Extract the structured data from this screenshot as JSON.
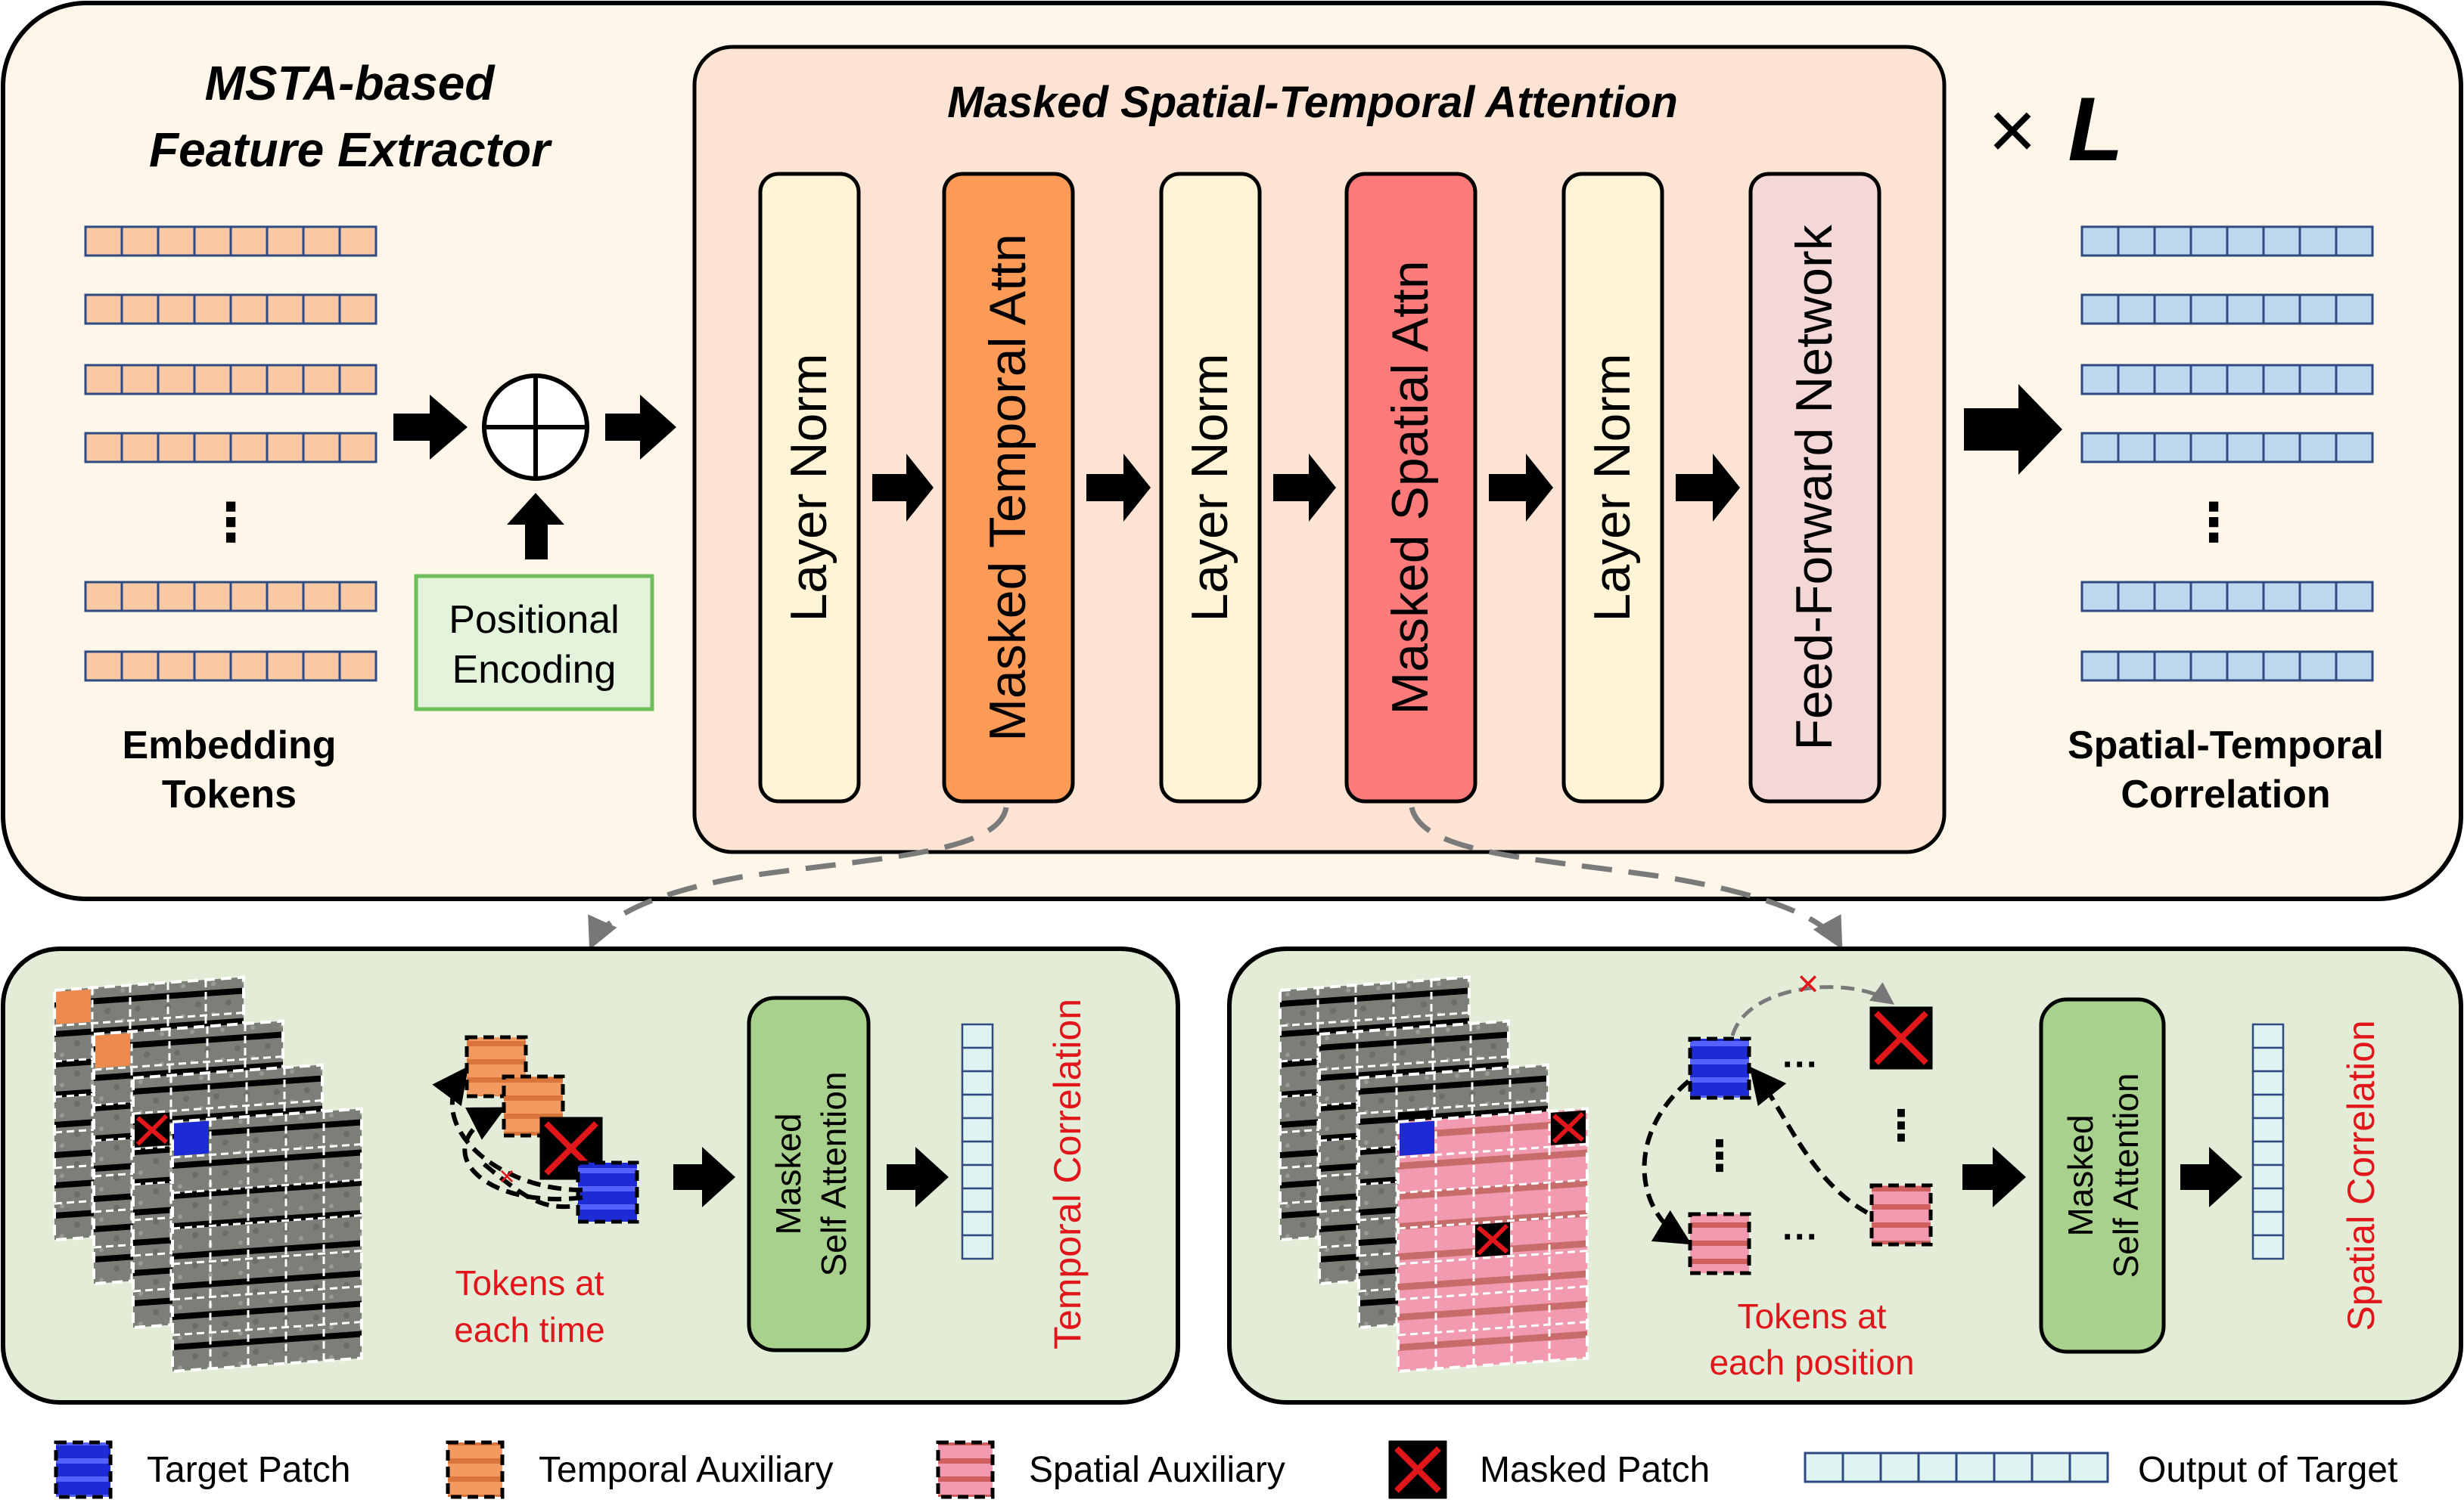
{
  "extractor": {
    "title_line1": "MSTA-based",
    "title_line2": "Feature Extractor",
    "embedding_line1": "Embedding",
    "embedding_line2": "Tokens",
    "positional_line1": "Positional",
    "positional_line2": "Encoding",
    "dots": "⋮",
    "repeat_times": "×",
    "repeat_L": "L",
    "output_line1": "Spatial-Temporal",
    "output_line2": "Correlation"
  },
  "msta": {
    "title": "Masked Spatial-Temporal Attention",
    "blocks": [
      {
        "label": "Layer Norm",
        "color": "#fff5d6"
      },
      {
        "label": "Masked Temporal Attn",
        "color": "#fb9b57"
      },
      {
        "label": "Layer Norm",
        "color": "#fff5d6"
      },
      {
        "label": "Masked Spatial Attn",
        "color": "#fb7b7b"
      },
      {
        "label": "Layer Norm",
        "color": "#fff5d6"
      },
      {
        "label": "Feed-Forward Network",
        "color": "#f4d7d7"
      }
    ]
  },
  "temporal_panel": {
    "tokens_line1": "Tokens at",
    "tokens_line2": "each time",
    "attn_line1": "Masked",
    "attn_line2": "Self Attention",
    "output_label": "Temporal Correlation"
  },
  "spatial_panel": {
    "tokens_line1": "Tokens at",
    "tokens_line2": "each position",
    "attn_line1": "Masked",
    "attn_line2": "Self Attention",
    "output_label": "Spatial Correlation",
    "dots_h": "···",
    "dots_v": "⋮"
  },
  "legend": {
    "target": "Target Patch",
    "temporal": "Temporal Auxiliary",
    "spatial": "Spatial Auxiliary",
    "masked": "Masked Patch",
    "output": "Output of Target"
  },
  "colors": {
    "outer_bg": "#fdf6e9",
    "msta_bg": "#fde3d3",
    "panel_bg": "#e2ecd7",
    "embed_token": "#f9c9a4",
    "output_token": "#bdd7ee",
    "attn_box": "#a9d18e",
    "target": "#1c2bd6",
    "temporal_aux": "#ef8a4f",
    "spatial_aux": "#f28ba0",
    "red_text": "#e0161b"
  }
}
